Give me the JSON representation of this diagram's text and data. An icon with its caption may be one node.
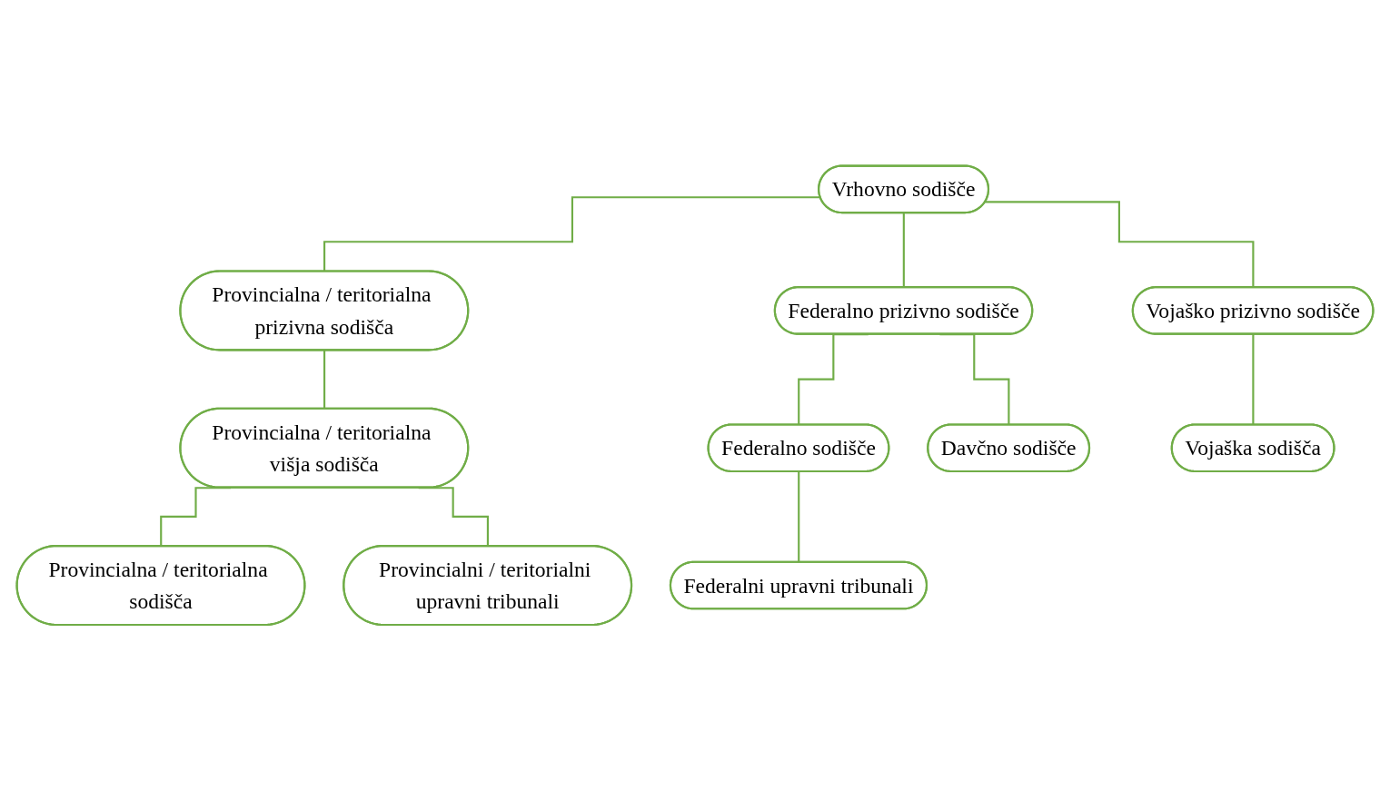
{
  "diagram": {
    "nodes": [
      {
        "text": [
          "Vrhovno sodišče"
        ]
      },
      {
        "text": [
          "Vojaško prizivno sodišče"
        ]
      },
      {
        "text": [
          "Provincialna / teritorialna prizivna sodišča"
        ]
      },
      {
        "text": [
          "Federalno prizivno sodišče"
        ]
      },
      {
        "text": [
          "Provincialna / teritorialna višja sodišča"
        ]
      },
      {
        "text": [
          "Federalno sodišče"
        ]
      },
      {
        "text": [
          "Davčno sodišče"
        ]
      },
      {
        "text": [
          "Vojaška sodišča"
        ]
      },
      {
        "text": [
          "Provincialna / teritorialna sodišča"
        ]
      },
      {
        "text": [
          "Provincialni / teritorialni upravni tribunali"
        ]
      },
      {
        "text": [
          "Federalni upravni tribunali"
        ]
      }
    ],
    "edges": [
      {
        "from": 0,
        "to": 1,
        "arrow": "none"
      },
      {
        "from": 0,
        "to": 2,
        "arrow": "none"
      },
      {
        "from": 0,
        "to": 3,
        "arrow": "none"
      },
      {
        "from": 1,
        "to": 7,
        "arrow": "none"
      },
      {
        "from": 2,
        "to": 4,
        "arrow": "none"
      },
      {
        "from": 4,
        "to": 8,
        "arrow": "none"
      },
      {
        "from": 4,
        "to": 9,
        "arrow": "none"
      },
      {
        "from": 3,
        "to": 5,
        "arrow": "none"
      },
      {
        "from": 3,
        "to": 6,
        "arrow": "none"
      },
      {
        "from": 5,
        "to": 10,
        "arrow": "none"
      }
    ]
  }
}
